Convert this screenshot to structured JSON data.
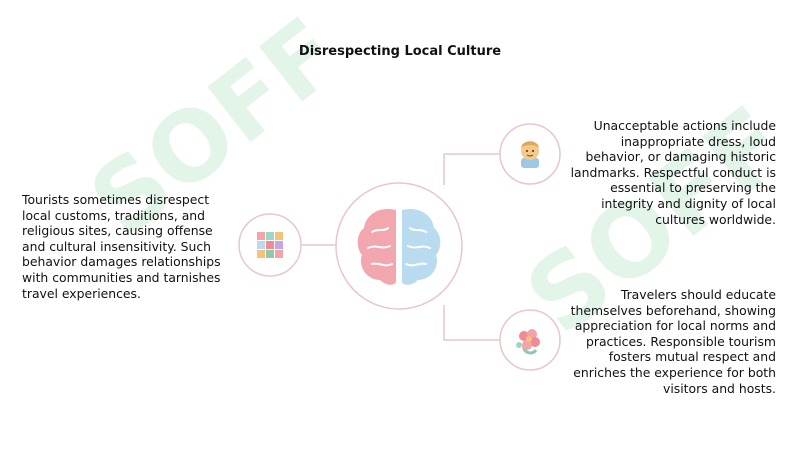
{
  "title": "Disrespecting Local Culture",
  "watermarks": [
    "SOFF",
    "SOFF"
  ],
  "accent_color": "#e8c7c7",
  "colors": {
    "brain_left": "#f2a6ad",
    "brain_right": "#b9dbef"
  },
  "icons": {
    "center": "brain-icon",
    "left": "mosaic-tiles-icon",
    "top_right": "person-face-icon",
    "bottom_right": "flower-icon"
  },
  "texts": {
    "left": "Tourists sometimes disrespect local customs, traditions, and religious sites, causing offense and cultural insensitivity. Such behavior damages relationships with communities and tarnishes travel experiences.",
    "top_right": "Unacceptable actions include inappropriate dress, loud behavior, or damaging historic landmarks. Respectful conduct is essential to preserving the integrity and dignity of local cultures worldwide.",
    "bottom_right": "Travelers should educate themselves beforehand, showing appreciation for local norms and practices. Responsible tourism fosters mutual respect and enriches the experience for both visitors and hosts."
  }
}
